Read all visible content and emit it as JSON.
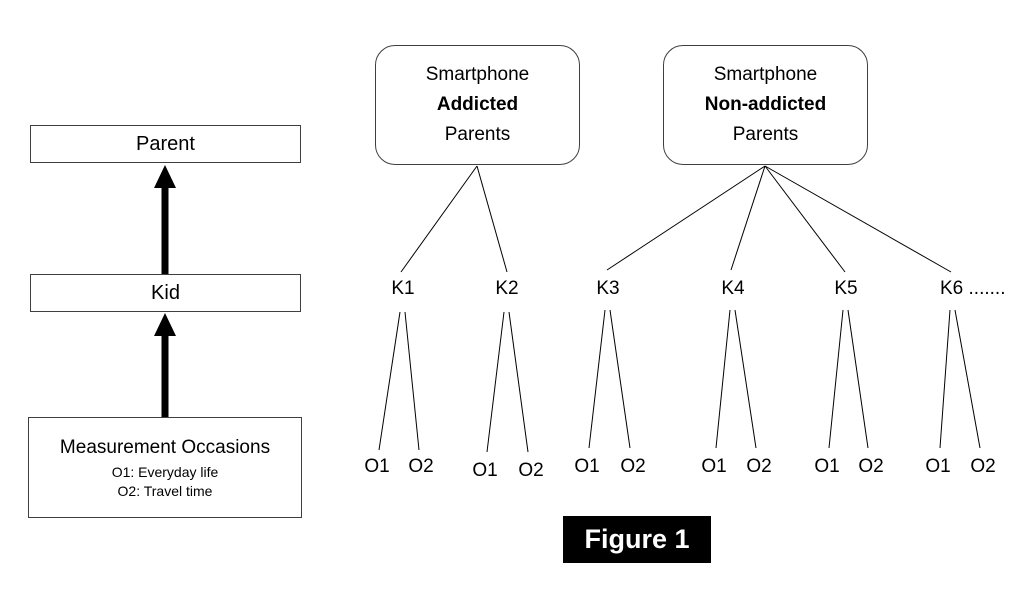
{
  "figure": {
    "caption": "Figure 1"
  },
  "colors": {
    "line": "#000000",
    "caption_background": "#000000",
    "caption_text": "#ffffff"
  },
  "left_panel": {
    "parent_label": "Parent",
    "kid_label": "Kid",
    "measurement": {
      "title": "Measurement Occasions",
      "items": [
        "O1: Everyday life",
        "O2: Travel time"
      ]
    }
  },
  "tree": {
    "groups": [
      {
        "lines": [
          "Smartphone",
          "Addicted",
          "Parents"
        ]
      },
      {
        "lines": [
          "Smartphone",
          "Non-addicted",
          "Parents"
        ]
      }
    ],
    "kids": [
      "K1",
      "K2",
      "K3",
      "K4",
      "K5",
      "K6 ......."
    ],
    "occasion_labels": [
      "O1",
      "O2"
    ]
  }
}
